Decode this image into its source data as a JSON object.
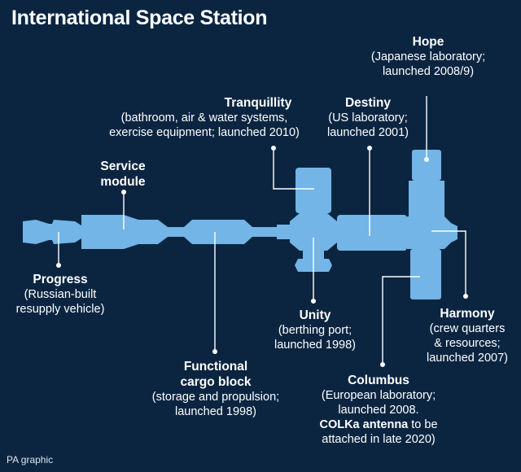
{
  "title": "International Space Station",
  "credit": "PA graphic",
  "colors": {
    "background": "#0b2541",
    "station": "#73b5e6",
    "text": "#ffffff"
  },
  "modules": {
    "hope": {
      "name": "Hope",
      "desc": [
        "(Japanese laboratory;",
        "launched 2008/9)"
      ]
    },
    "tranquillity": {
      "name": "Tranquillity",
      "desc": [
        "(bathroom, air & water systems,",
        "exercise equipment; launched 2010)"
      ]
    },
    "destiny": {
      "name": "Destiny",
      "desc": [
        "(US laboratory;",
        "launched 2001)"
      ]
    },
    "service": {
      "name": [
        "Service",
        "module"
      ]
    },
    "progress": {
      "name": "Progress",
      "desc": [
        "(Russian-built",
        "resupply vehicle)"
      ]
    },
    "unity": {
      "name": "Unity",
      "desc": [
        "(berthing port;",
        "launched 1998)"
      ]
    },
    "harmony": {
      "name": "Harmony",
      "desc": [
        "(crew quarters",
        "& resources;",
        "launched 2007)"
      ]
    },
    "functional": {
      "name": [
        "Functional",
        "cargo block"
      ],
      "desc": [
        "(storage and propulsion;",
        "launched 1998)"
      ]
    },
    "columbus": {
      "name": "Columbus",
      "desc": [
        "(European laboratory;",
        "launched 2008."
      ],
      "note_bold": "COLKa antenna",
      "note_rest": " to be",
      "note_last": "attached in late 2020)"
    }
  }
}
